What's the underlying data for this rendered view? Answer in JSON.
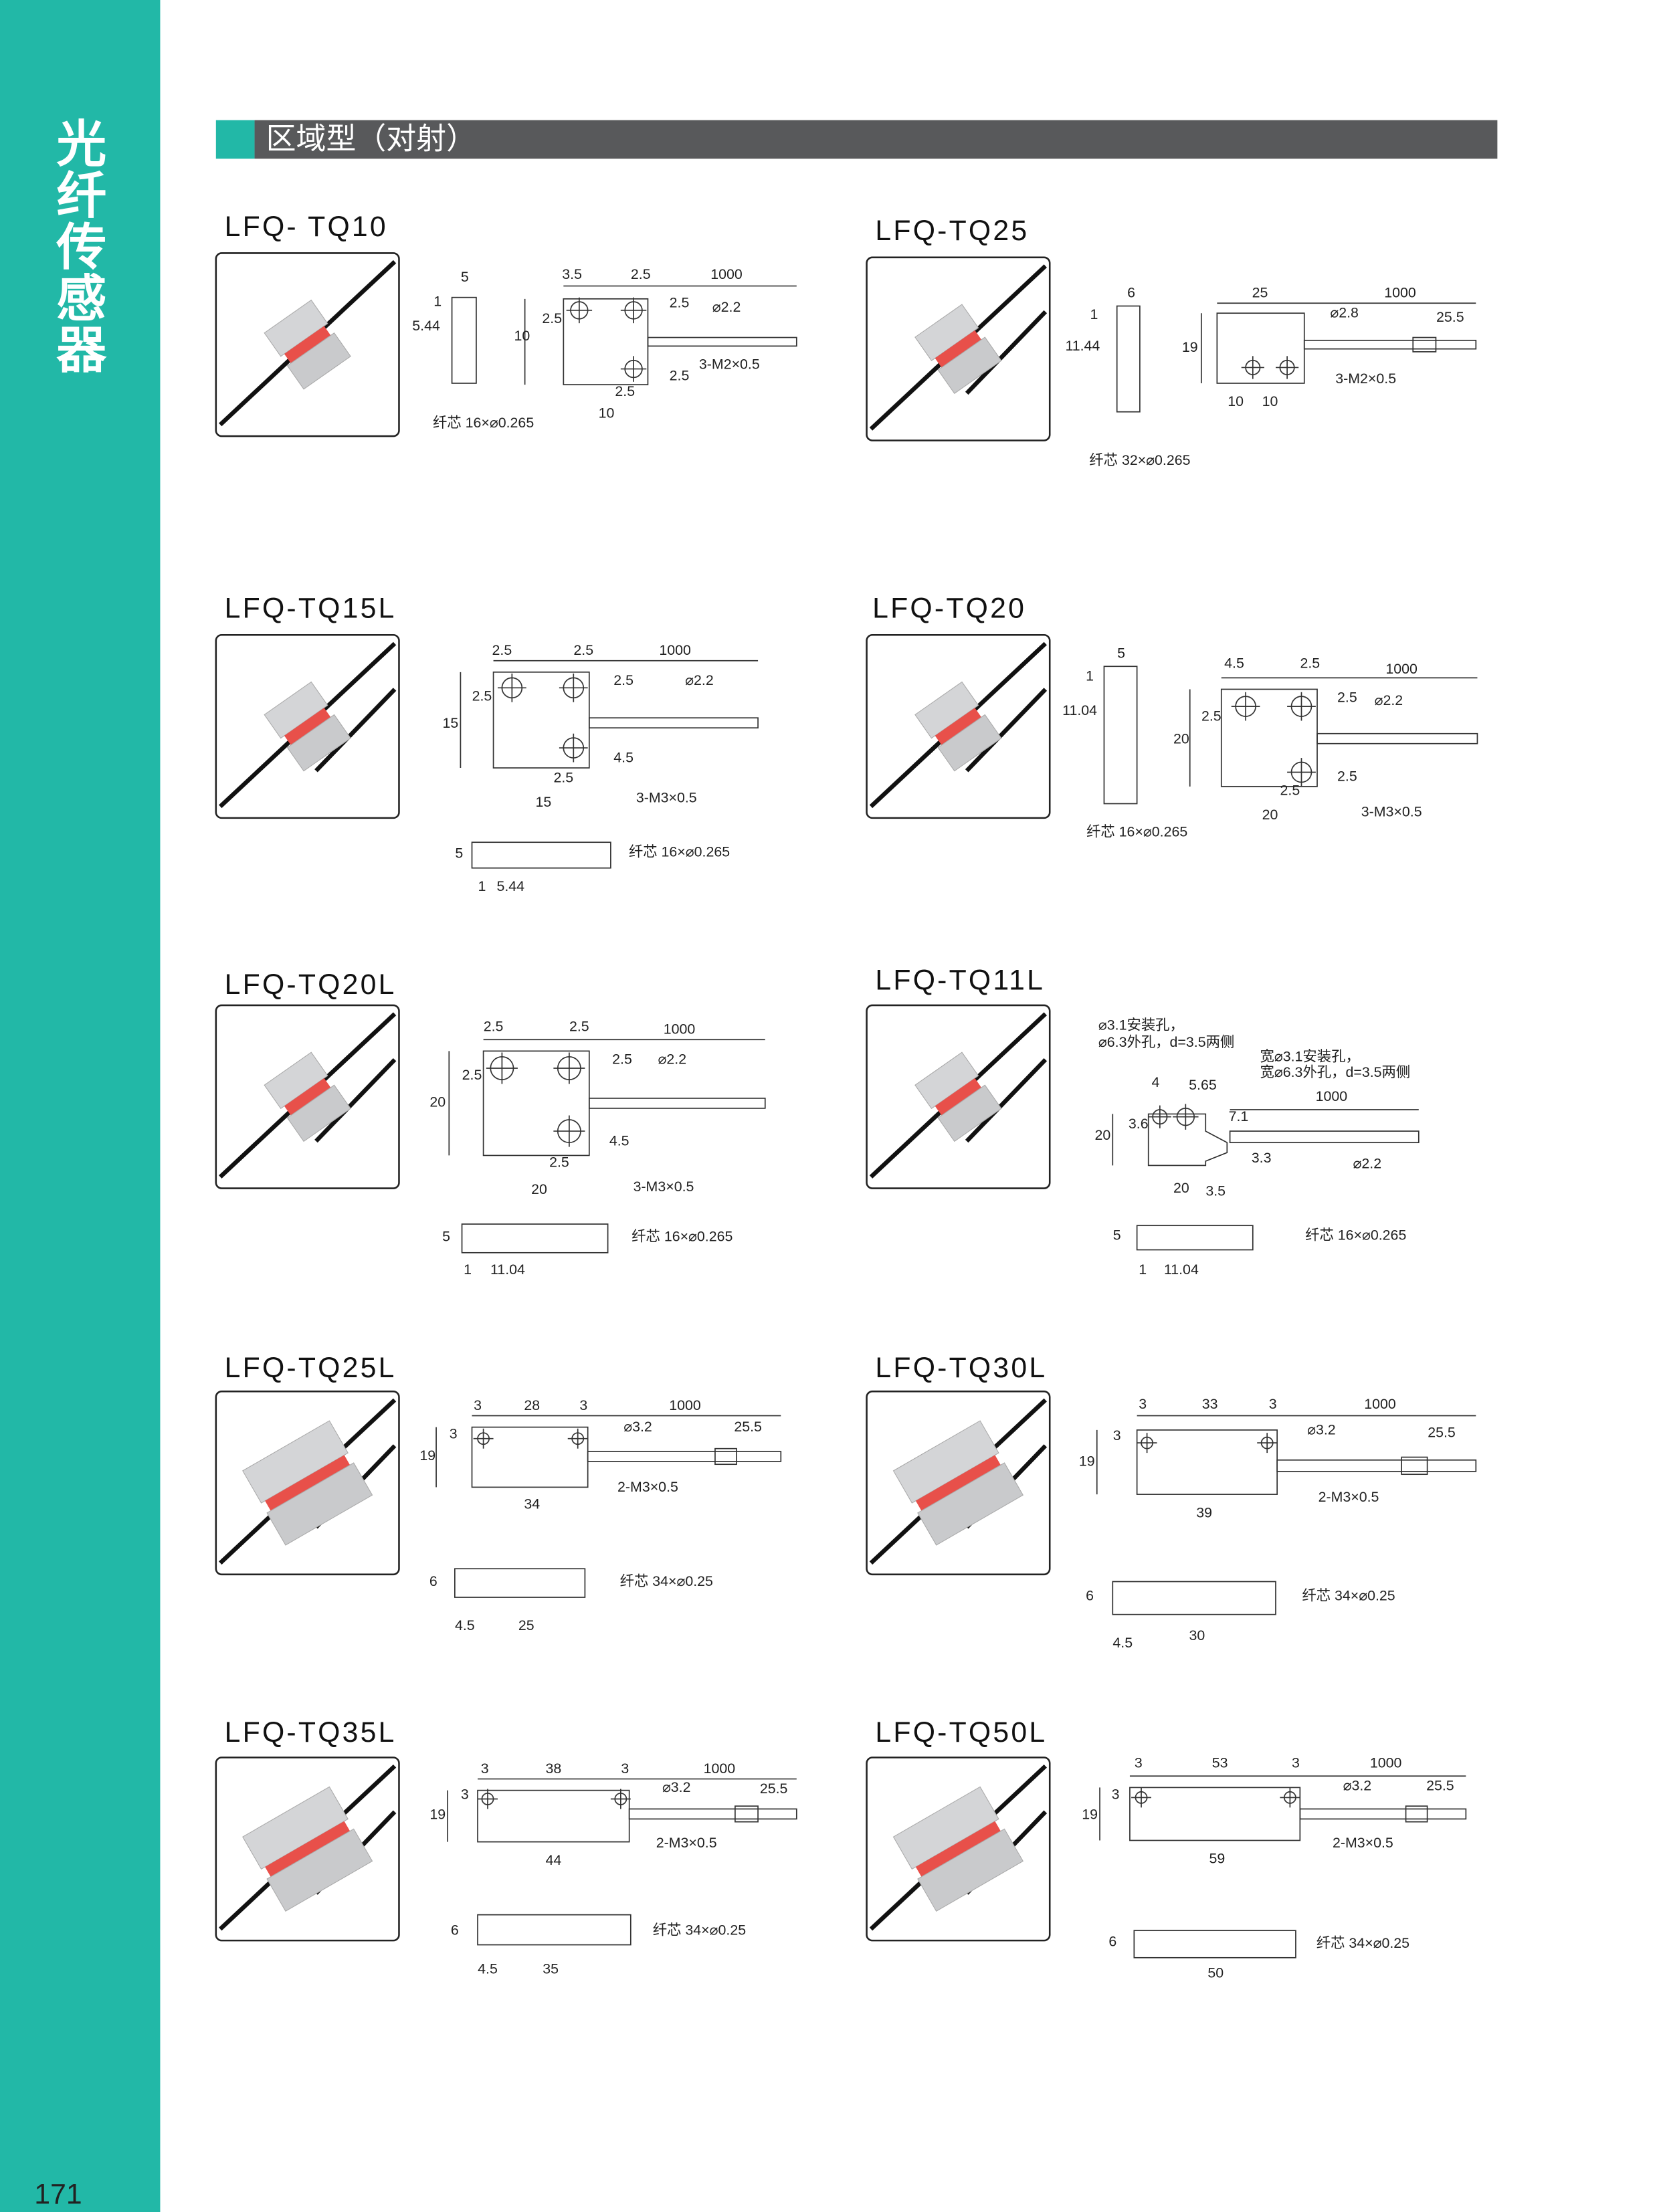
{
  "sidebar": {
    "title": "光纤传感器",
    "page_number": "171"
  },
  "section": {
    "title": "区域型（对射）"
  },
  "colors": {
    "accent": "#22b8a7",
    "header_bar": "#58595b",
    "sensor_red": "#e8504a"
  },
  "products": [
    {
      "model": "LFQ- TQ10",
      "labels": [
        "5",
        "1",
        "5.44",
        "3.5",
        "2.5",
        "1000",
        "2.5",
        "10",
        "2.5",
        "⌀2.2",
        "3-M2×0.5",
        "2.5",
        "2.5",
        "10",
        "纤芯 16×⌀0.265"
      ]
    },
    {
      "model": "LFQ-TQ25",
      "labels": [
        "6",
        "1",
        "11.44",
        "纤芯 32×⌀0.265",
        "25",
        "1000",
        "⌀2.8",
        "25.5",
        "19",
        "3-M2×0.5",
        "10",
        "10"
      ]
    },
    {
      "model": "LFQ-TQ15L",
      "labels": [
        "2.5",
        "2.5",
        "1000",
        "2.5",
        "15",
        "2.5",
        "⌀2.2",
        "4.5",
        "2.5",
        "15",
        "3-M3×0.5",
        "5",
        "纤芯 16×⌀0.265",
        "1",
        "5.44"
      ]
    },
    {
      "model": "LFQ-TQ20",
      "labels": [
        "5",
        "1",
        "11.04",
        "纤芯 16×⌀0.265",
        "4.5",
        "2.5",
        "1000",
        "2.5",
        "20",
        "2.5",
        "⌀2.2",
        "2.5",
        "2.5",
        "20",
        "3-M3×0.5"
      ]
    },
    {
      "model": "LFQ-TQ20L",
      "labels": [
        "2.5",
        "2.5",
        "1000",
        "2.5",
        "20",
        "2.5",
        "⌀2.2",
        "4.5",
        "2.5",
        "20",
        "3-M3×0.5",
        "5",
        "纤芯 16×⌀0.265",
        "1",
        "11.04"
      ]
    },
    {
      "model": "LFQ-TQ11L",
      "labels": [
        "⌀3.1安装孔，",
        "⌀6.3外孔，d=3.5两侧",
        "宽⌀3.1安装孔，",
        "宽⌀6.3外孔，d=3.5两侧",
        "4",
        "5.65",
        "1000",
        "3.6",
        "20",
        "7.1",
        "3.3",
        "⌀2.2",
        "20",
        "3.5",
        "5",
        "纤芯 16×⌀0.265",
        "1",
        "11.04"
      ]
    },
    {
      "model": "LFQ-TQ25L",
      "labels": [
        "3",
        "28",
        "3",
        "1000",
        "3",
        "⌀3.2",
        "25.5",
        "19",
        "2-M3×0.5",
        "34",
        "6",
        "纤芯 34×⌀0.25",
        "4.5",
        "25"
      ]
    },
    {
      "model": "LFQ-TQ30L",
      "labels": [
        "3",
        "33",
        "3",
        "1000",
        "3",
        "⌀3.2",
        "25.5",
        "19",
        "2-M3×0.5",
        "39",
        "6",
        "纤芯 34×⌀0.25",
        "4.5",
        "30"
      ]
    },
    {
      "model": "LFQ-TQ35L",
      "labels": [
        "3",
        "38",
        "3",
        "1000",
        "3",
        "⌀3.2",
        "25.5",
        "19",
        "2-M3×0.5",
        "44",
        "6",
        "纤芯 34×⌀0.25",
        "4.5",
        "35"
      ]
    },
    {
      "model": "LFQ-TQ50L",
      "labels": [
        "3",
        "53",
        "3",
        "1000",
        "3",
        "⌀3.2",
        "25.5",
        "19",
        "2-M3×0.5",
        "59",
        "6",
        "纤芯 34×⌀0.25",
        "50"
      ]
    }
  ]
}
